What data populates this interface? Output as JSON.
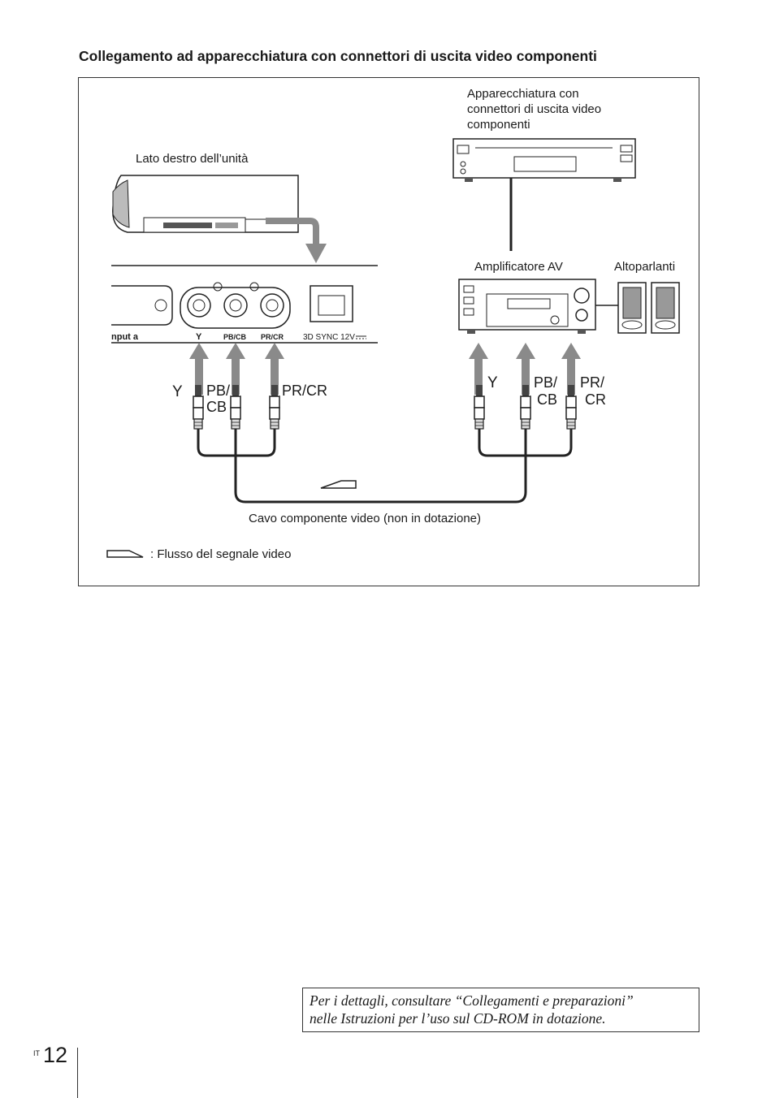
{
  "heading": "Collegamento ad apparecchiatura con connettori di uscita video componenti",
  "figure": {
    "labels": {
      "source_device": [
        "Apparecchiatura con",
        "connettori di uscita video",
        "componenti"
      ],
      "unit_side": "Lato destro dell’unità",
      "amplifier": "Amplificatore AV",
      "speakers": "Altoparlanti",
      "cable": "Cavo componente video (non in dotazione)",
      "legend": ": Flusso del segnale video"
    },
    "panel": {
      "input": "nput a",
      "jack_y": "Y",
      "jack_pb": "PB/CB",
      "jack_pr": "PR/CR",
      "sync": "3D SYNC 12V"
    },
    "plugs_left": {
      "y": "Y",
      "pb_1": "PB/",
      "pb_2": "CB",
      "pr": "PR/CR"
    },
    "plugs_right": {
      "y": "Y",
      "pb_1": "PB/",
      "pb_2": "CB",
      "pr_1": "PR/",
      "pr_2": "CR"
    }
  },
  "note": {
    "line1": "Per i dettagli, consultare “Collegamenti e preparazioni”",
    "line2": "nelle Istruzioni per l’uso sul CD-ROM in dotazione."
  },
  "page": {
    "lang": "IT",
    "number": "12"
  }
}
